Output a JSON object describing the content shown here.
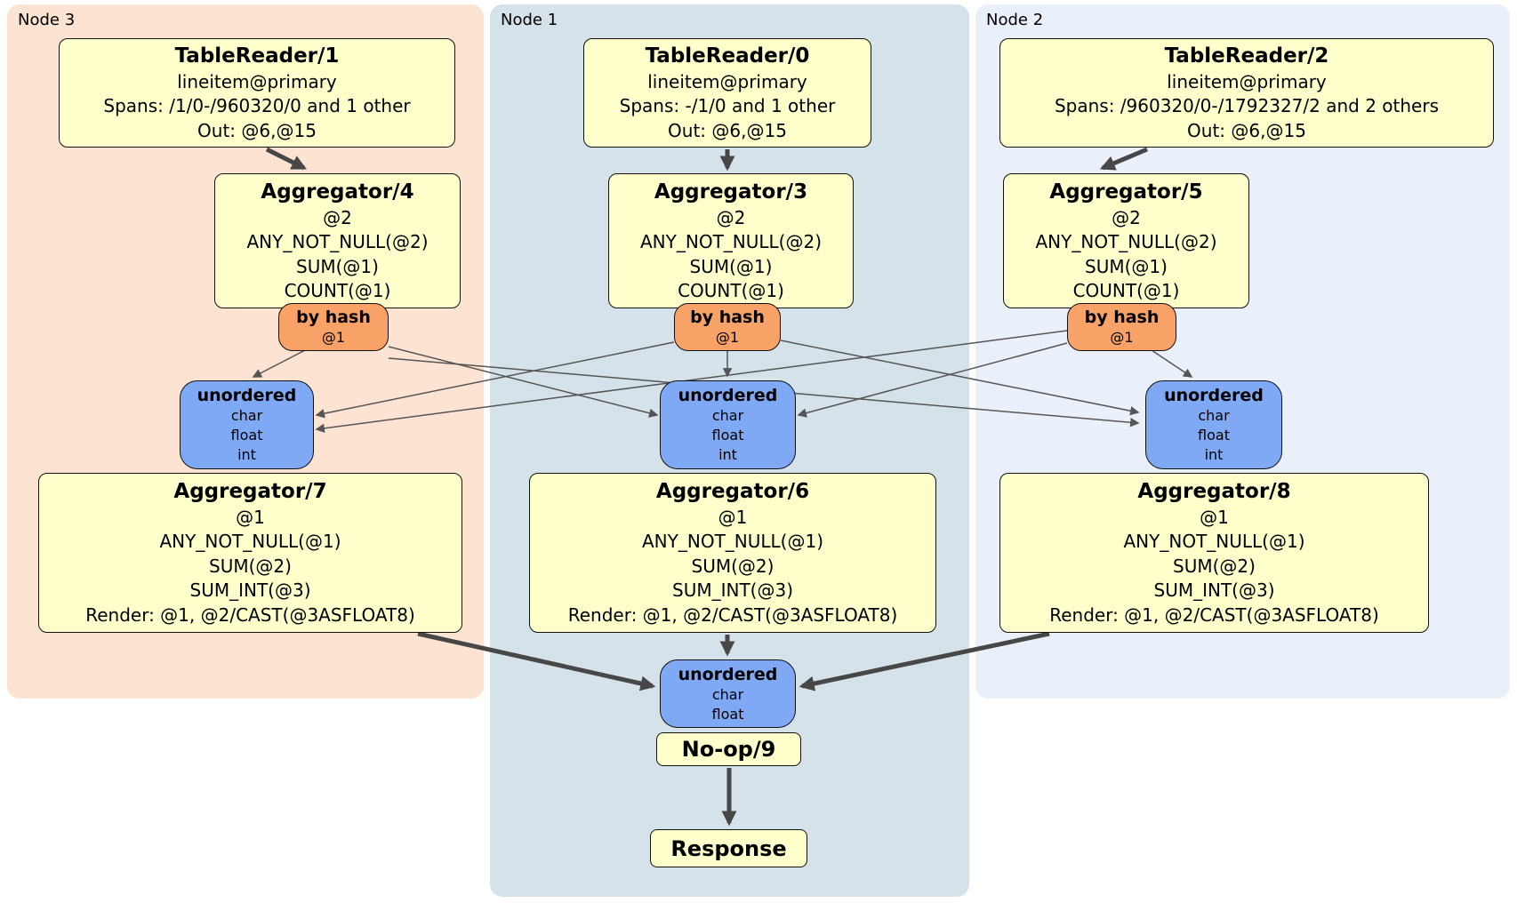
{
  "colors": {
    "region_node3_bg": "#fde3d2",
    "region_node1_bg": "#d6e2ea",
    "region_node2_bg": "#eaf0f9",
    "processor_box_bg": "#ffffcc",
    "hash_router_bg": "#f8a267",
    "sync_box_bg": "#7fa9f5",
    "thin_edge": "#555555",
    "thick_edge": "#474747"
  },
  "regions": {
    "node3": {
      "label": "Node 3"
    },
    "node1": {
      "label": "Node 1"
    },
    "node2": {
      "label": "Node 2"
    }
  },
  "processors": {
    "tablereader1": {
      "title": "TableReader/1",
      "lines": [
        "lineitem@primary",
        "Spans: /1/0-/960320/0 and 1 other",
        "Out: @6,@15"
      ]
    },
    "tablereader0": {
      "title": "TableReader/0",
      "lines": [
        "lineitem@primary",
        "Spans: -/1/0 and 1 other",
        "Out: @6,@15"
      ]
    },
    "tablereader2": {
      "title": "TableReader/2",
      "lines": [
        "lineitem@primary",
        "Spans: /960320/0-/1792327/2 and 2 others",
        "Out: @6,@15"
      ]
    },
    "aggregator4": {
      "title": "Aggregator/4",
      "lines": [
        "@2",
        "ANY_NOT_NULL(@2)",
        "SUM(@1)",
        "COUNT(@1)"
      ]
    },
    "aggregator3": {
      "title": "Aggregator/3",
      "lines": [
        "@2",
        "ANY_NOT_NULL(@2)",
        "SUM(@1)",
        "COUNT(@1)"
      ]
    },
    "aggregator5": {
      "title": "Aggregator/5",
      "lines": [
        "@2",
        "ANY_NOT_NULL(@2)",
        "SUM(@1)",
        "COUNT(@1)"
      ]
    },
    "aggregator7": {
      "title": "Aggregator/7",
      "lines": [
        "@1",
        "ANY_NOT_NULL(@1)",
        "SUM(@2)",
        "SUM_INT(@3)",
        "Render: @1, @2/CAST(@3ASFLOAT8)"
      ]
    },
    "aggregator6": {
      "title": "Aggregator/6",
      "lines": [
        "@1",
        "ANY_NOT_NULL(@1)",
        "SUM(@2)",
        "SUM_INT(@3)",
        "Render: @1, @2/CAST(@3ASFLOAT8)"
      ]
    },
    "aggregator8": {
      "title": "Aggregator/8",
      "lines": [
        "@1",
        "ANY_NOT_NULL(@1)",
        "SUM(@2)",
        "SUM_INT(@3)",
        "Render: @1, @2/CAST(@3ASFLOAT8)"
      ]
    },
    "noop9": {
      "title": "No-op/9"
    },
    "response": {
      "title": "Response"
    }
  },
  "routers": {
    "hash_node3": {
      "title": "by hash",
      "key": "@1"
    },
    "hash_node1": {
      "title": "by hash",
      "key": "@1"
    },
    "hash_node2": {
      "title": "by hash",
      "key": "@1"
    }
  },
  "synchronizers": {
    "unordered_node3": {
      "title": "unordered",
      "lines": [
        "char",
        "float",
        "int"
      ]
    },
    "unordered_node1": {
      "title": "unordered",
      "lines": [
        "char",
        "float",
        "int"
      ]
    },
    "unordered_node2": {
      "title": "unordered",
      "lines": [
        "char",
        "float",
        "int"
      ]
    },
    "unordered_final": {
      "title": "unordered",
      "lines": [
        "char",
        "float"
      ]
    }
  }
}
